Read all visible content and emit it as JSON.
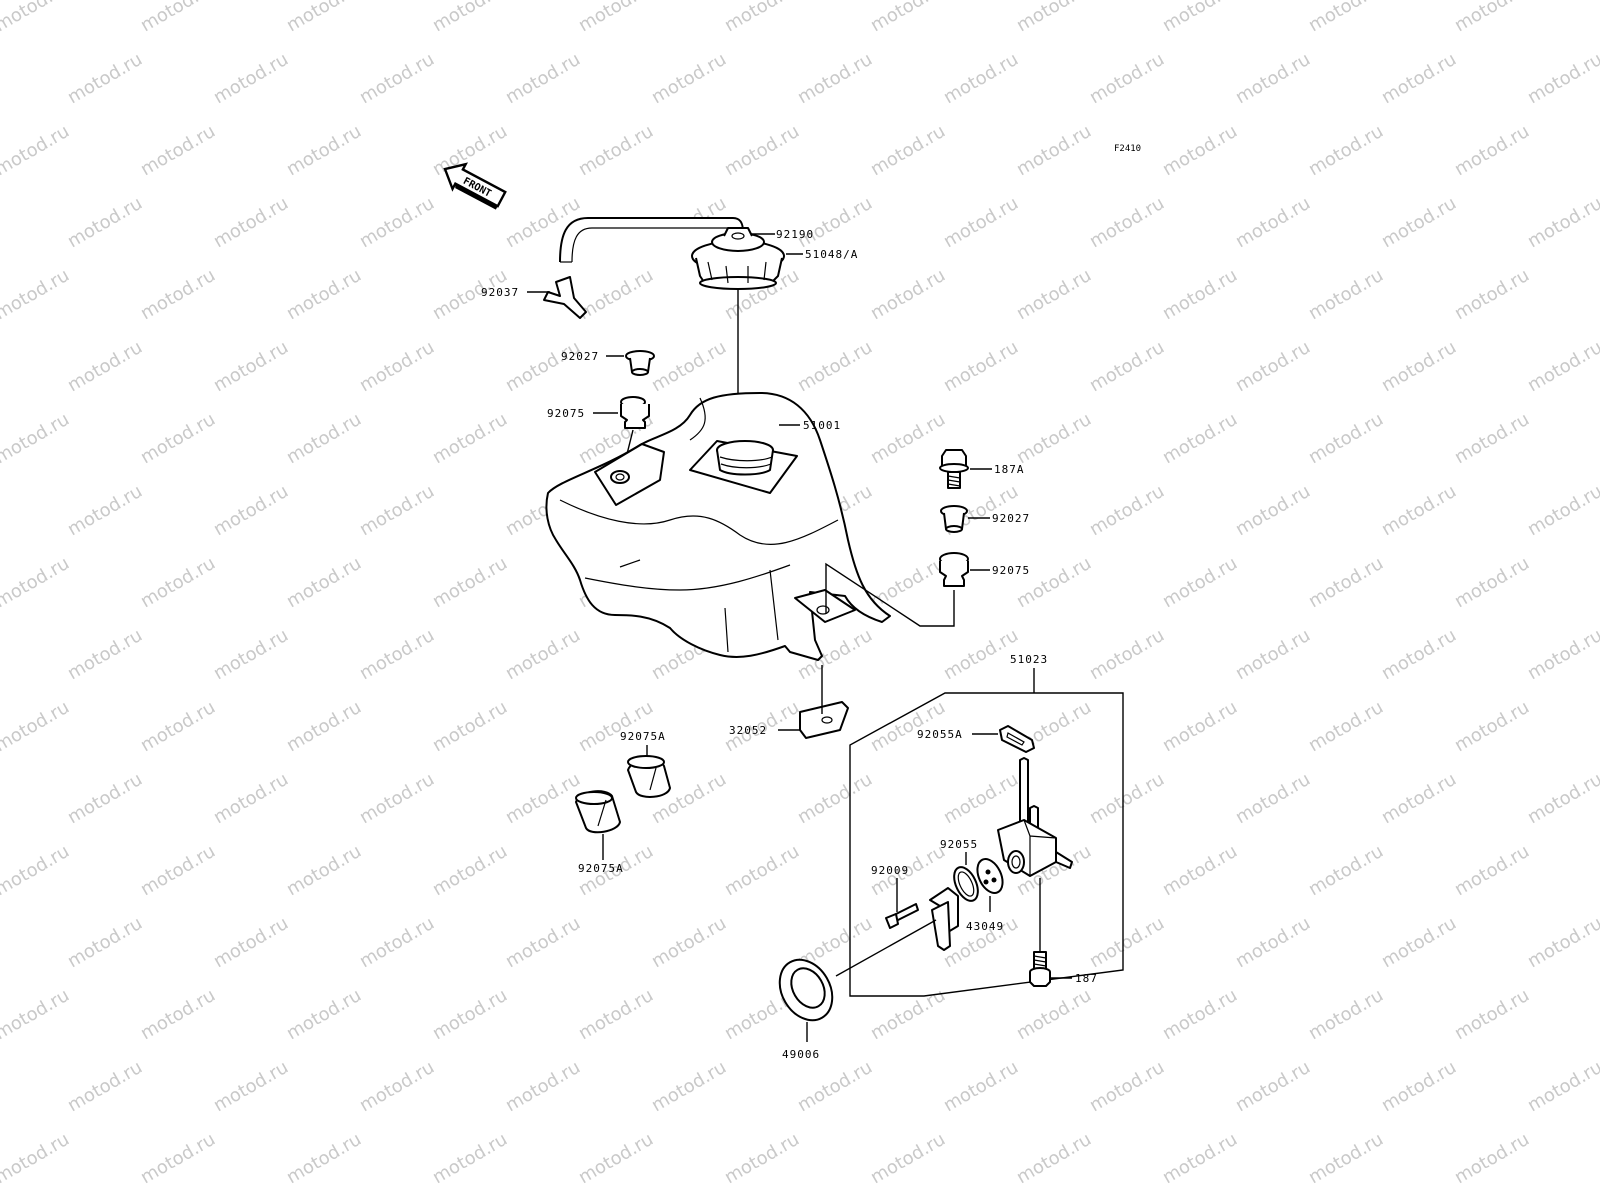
{
  "figure_code": "F2410",
  "front_arrow_label": "FRONT",
  "watermark": "motod.ru",
  "parts": {
    "p92190": "92190",
    "p92037": "92037",
    "p51048A": "51048/A",
    "p92027_left": "92027",
    "p92075_left": "92075",
    "p51001": "51001",
    "p187A": "187A",
    "p92027_right": "92027",
    "p92075_right": "92075",
    "p51023": "51023",
    "p32052": "32052",
    "p92075A_top": "92075A",
    "p92075A_bottom": "92075A",
    "p92055A": "92055A",
    "p92055": "92055",
    "p92009": "92009",
    "p43049": "43049",
    "p187": "187",
    "p49006": "49006"
  }
}
